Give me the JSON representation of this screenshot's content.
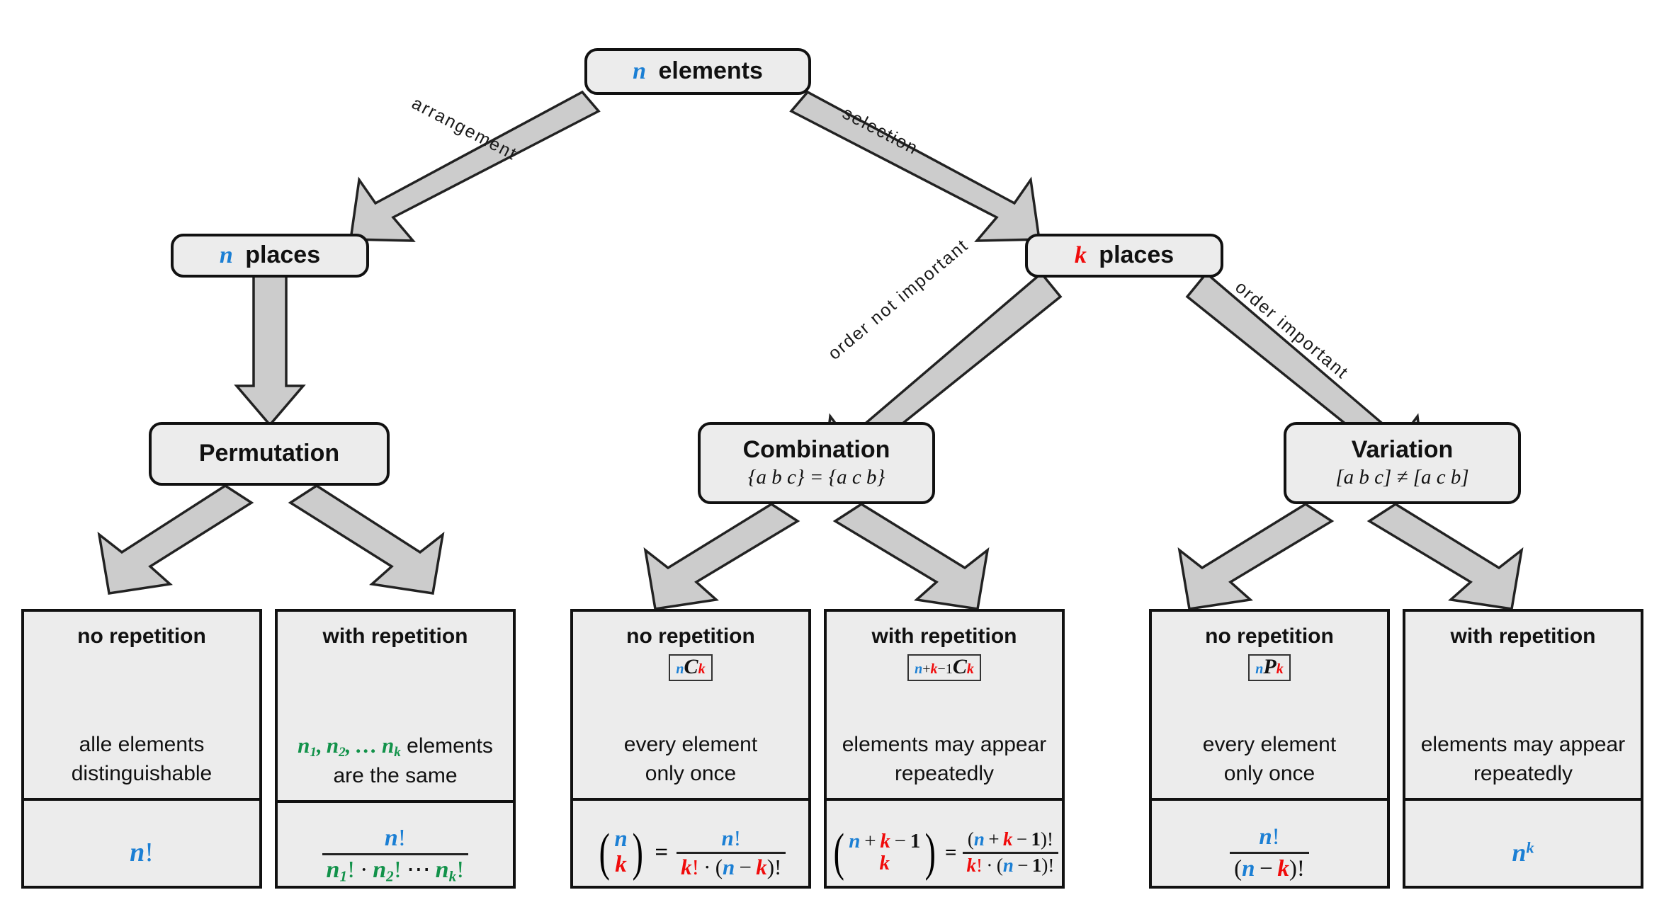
{
  "diagram": {
    "title": "Combinatorics decision tree",
    "colors": {
      "n_color": "#1b7fd4",
      "k_color": "#f00b0b",
      "group_color": "#12924a",
      "node_fill": "#ececec",
      "node_border": "#111111",
      "arrow_fill": "#cccccc",
      "arrow_stroke": "#222222",
      "background": "#ffffff"
    }
  },
  "nodes": {
    "root": {
      "var": "n",
      "label": "elements"
    },
    "n_places": {
      "var": "n",
      "label": "places"
    },
    "k_places": {
      "var": "k",
      "label": "places"
    },
    "permutation": {
      "title": "Permutation",
      "example": ""
    },
    "combination": {
      "title": "Combination",
      "example": "{a b c} = {a c b}"
    },
    "variation": {
      "title": "Variation",
      "example": "[a b c] ≠ [a c b]"
    }
  },
  "edges": {
    "arrangement": "arrangement",
    "selection": "selection",
    "order_not_important": "order not important",
    "order_important": "order important"
  },
  "leaves": [
    {
      "id": "permutation-no-repetition",
      "heading": "no repetition",
      "notation": null,
      "description_lines": [
        "alle elements",
        "distinguishable"
      ],
      "formula_text": "n!"
    },
    {
      "id": "permutation-with-repetition",
      "heading": "with repetition",
      "notation": null,
      "description_lines": [
        "n₁, n₂, … nₖ elements",
        "are the same"
      ],
      "formula_text": "n! / (n₁! · n₂! ⋯ nₖ!)"
    },
    {
      "id": "combination-no-repetition",
      "heading": "no repetition",
      "notation": "ₙCₖ",
      "description_lines": [
        "every element",
        "only once"
      ],
      "formula_text": "(n over k) = n! / (k! · (n − k)!)"
    },
    {
      "id": "combination-with-repetition",
      "heading": "with repetition",
      "notation": "ₙ₊ₖ₋₁Cₖ",
      "description_lines": [
        "elements may appear",
        "repeatedly"
      ],
      "formula_text": "(n + k − 1 over k) = (n + k − 1)! / (k! · (n − 1)!)"
    },
    {
      "id": "variation-no-repetition",
      "heading": "no repetition",
      "notation": "ₙPₖ",
      "description_lines": [
        "every element",
        "only once"
      ],
      "formula_text": "n! / (n − k)!"
    },
    {
      "id": "variation-with-repetition",
      "heading": "with repetition",
      "notation": null,
      "description_lines": [
        "elements may appear",
        "repeatedly"
      ],
      "formula_text": "n^k"
    }
  ]
}
